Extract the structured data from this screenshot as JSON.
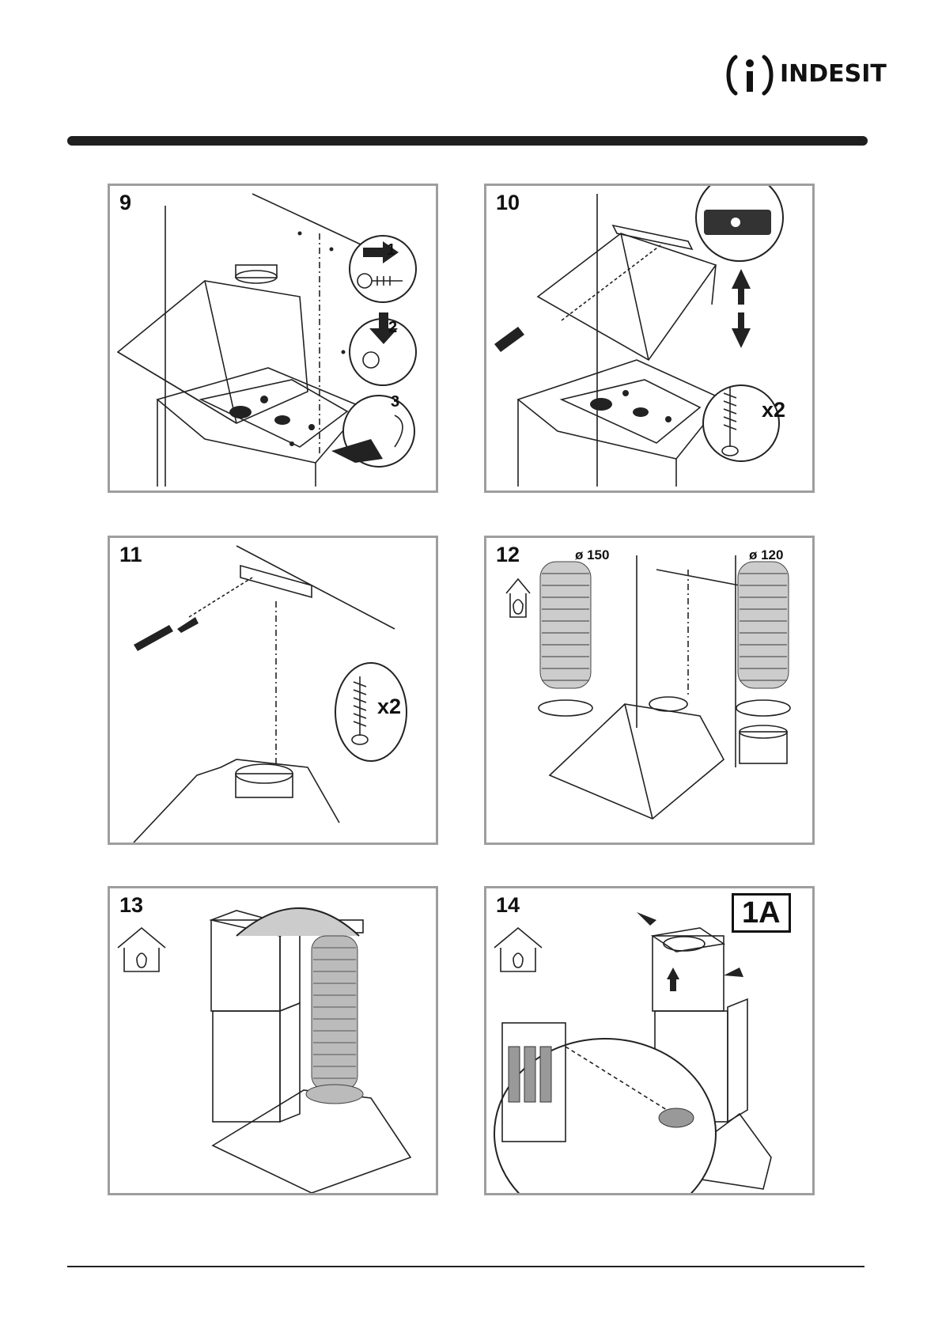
{
  "brand": {
    "name": "INDESIT"
  },
  "panels": [
    {
      "step": "9",
      "labels": [
        "1",
        "2",
        "3"
      ]
    },
    {
      "step": "10",
      "labels": [
        "x2"
      ]
    },
    {
      "step": "11",
      "labels": [
        "x2"
      ]
    },
    {
      "step": "12",
      "labels": [
        "ø 150",
        "ø 120"
      ]
    },
    {
      "step": "13",
      "labels": []
    },
    {
      "step": "14",
      "labels": [
        "1A"
      ]
    }
  ],
  "icons": [
    "house-with-arrow-icon",
    "screwdriver-icon",
    "screw-icon",
    "flexible-duct-icon",
    "hood-icon"
  ]
}
